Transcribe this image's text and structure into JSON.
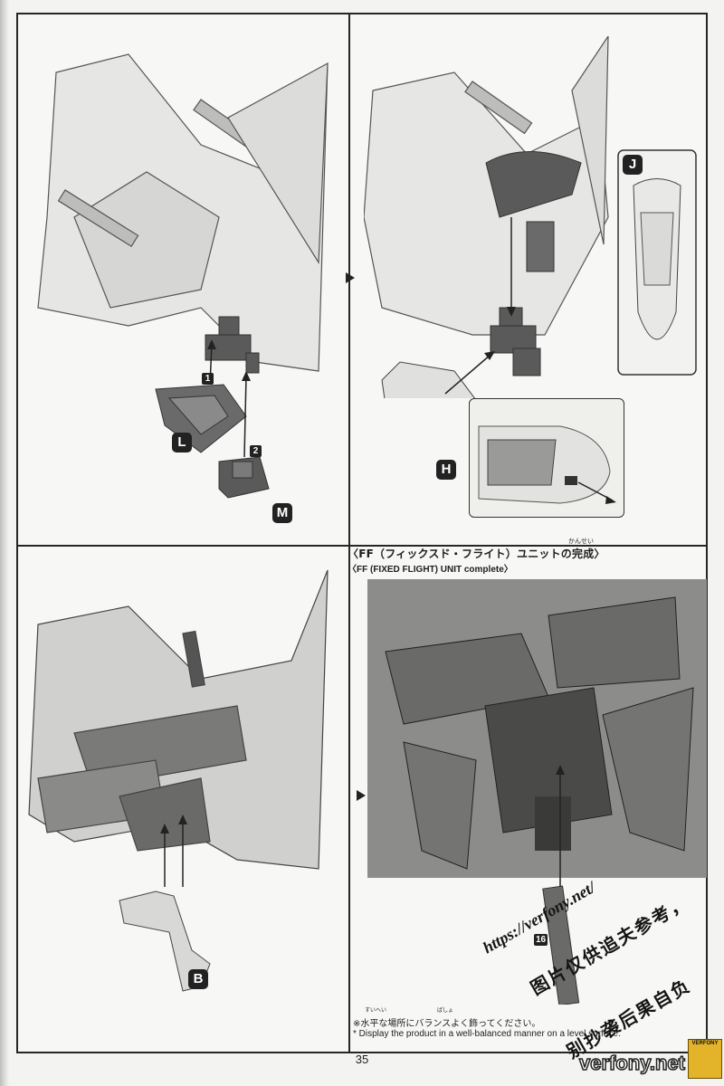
{
  "labels": {
    "l": "L",
    "m": "M",
    "j": "J",
    "h": "H",
    "b": "B",
    "step1": "1",
    "step2": "2",
    "part16": "16"
  },
  "completion": {
    "title_ja": "〈FF（フィックスド・フライト）ユニットの完成〉",
    "ruby": "かんせい",
    "title_en": "〈FF (FIXED FLIGHT) UNIT complete〉"
  },
  "notes": {
    "ja": "※水平な場所にバランスよく飾ってください。",
    "ruby1": "すいへい",
    "ruby2": "ばしょ",
    "en": "* Display the product in a well-balanced manner on a level surface."
  },
  "page_number": "35",
  "watermark": {
    "url": "https://verfony.net/",
    "text": "图片仅供追夫参考，",
    "text2": "别抄袭后果自负",
    "logo": "VERFONY",
    "site": "verfony.net"
  },
  "colors": {
    "frame": "#262626",
    "paper": "#f7f7f5",
    "part_light": "#e4e4e2",
    "part_dark": "#555555"
  }
}
